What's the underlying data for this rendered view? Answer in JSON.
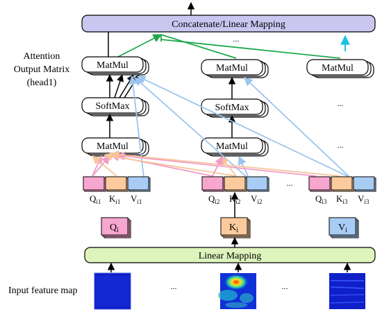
{
  "diagram": {
    "top_bar_label": "Concatenate/Linear Mapping",
    "linear_mapping_label": "Linear Mapping",
    "matmul_label": "MatMul",
    "softmax_label": "SoftMax",
    "ellipsis": "...",
    "side_label_lines": [
      "Attention",
      "Output Matrix",
      "(head1)"
    ],
    "input_label": "Input feature map",
    "q_label": "Q",
    "k_label": "K",
    "v_label": "V",
    "subscript_i": "i",
    "head_labels": [
      {
        "q": "i1",
        "k": "i1",
        "v": "i1"
      },
      {
        "q": "i2",
        "k": "i2",
        "v": "i2"
      },
      {
        "q": "i3",
        "k": "i3",
        "v": "i3"
      }
    ],
    "colors": {
      "bar_fill": "#c9c6f0",
      "linear_fill": "#def4bd",
      "q_fill": "#f7a6cf",
      "k_fill": "#fbcb9d",
      "v_fill": "#a8ccf4",
      "arrow_pink": "#f29ac6",
      "arrow_orange": "#f7c59a",
      "arrow_blue": "#9cc4ee",
      "arrow_green": "#1fa84a",
      "arrow_cyan": "#19c1e6",
      "feature_bg": "#1020c8"
    }
  }
}
